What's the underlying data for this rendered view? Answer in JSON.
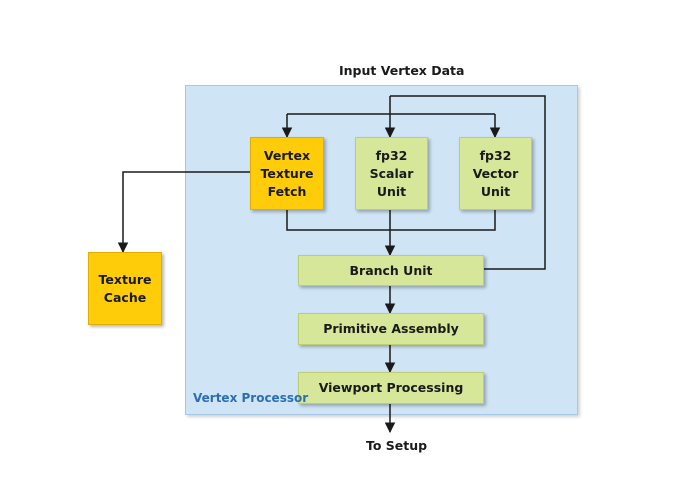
{
  "diagram": {
    "input_label": "Input Vertex Data",
    "output_label": "To Setup",
    "container_label": "Vertex Processor",
    "nodes": {
      "vertex_texture_fetch": "Vertex\nTexture\nFetch",
      "fp32_scalar_unit": "fp32\nScalar\nUnit",
      "fp32_vector_unit": "fp32\nVector\nUnit",
      "branch_unit": "Branch Unit",
      "primitive_assembly": "Primitive Assembly",
      "viewport_processing": "Viewport Processing",
      "texture_cache": "Texture\nCache"
    },
    "colors": {
      "container_fill": "#cfe4f5",
      "unit_fill": "#d6e79a",
      "texture_fill": "#ffcc0a",
      "container_label_color": "#2a6fb5",
      "wire_color": "#1a1a1a"
    }
  }
}
